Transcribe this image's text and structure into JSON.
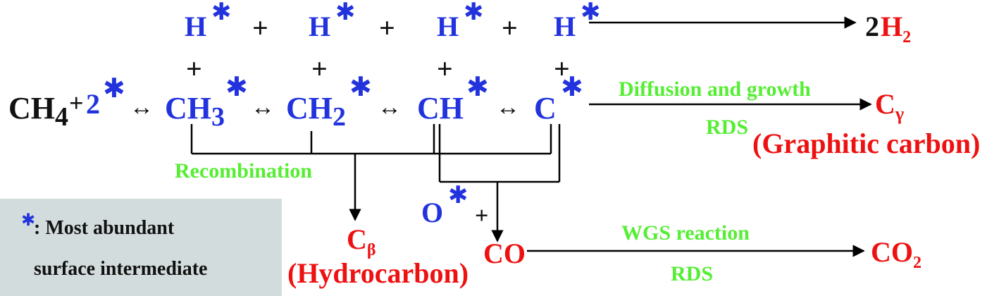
{
  "symbols": {
    "H": "H",
    "plus": "+",
    "two": "2",
    "three": "3",
    "four": "4",
    "arrow_lr": "↔",
    "CH4": "CH",
    "CH3": "CH",
    "CH2": "CH",
    "CH": "CH",
    "C": "C",
    "O": "O",
    "C_gamma": "C",
    "gamma": "γ",
    "C_beta": "C",
    "beta": "β",
    "CO": "CO",
    "CO2": "CO",
    "H2_product": "H",
    "H2_coef": "2"
  },
  "labels": {
    "diffusion": "Diffusion and growth",
    "rds_top": "RDS",
    "graphitic": "(Graphitic carbon)",
    "recombination": "Recombination",
    "hydrocarbon": "(Hydrocarbon)",
    "wgs": "WGS reaction",
    "rds_bottom": "RDS"
  },
  "legend": {
    "line1": ": Most abundant",
    "line2": "surface intermediate"
  },
  "colors": {
    "adsorbed": "#2233dd",
    "reactant": "#111111",
    "product": "#ee1111",
    "annotation": "#55ee33",
    "legend_background": "#d3dcdc"
  },
  "icons": {
    "surface_site": "star-icon"
  }
}
